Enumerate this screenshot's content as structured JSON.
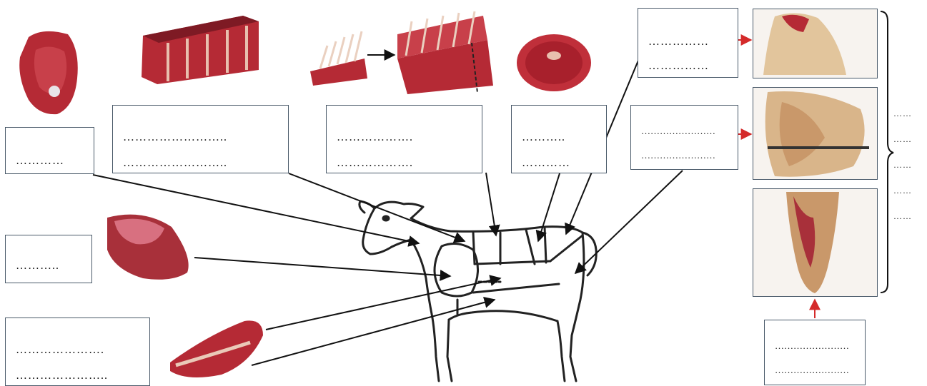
{
  "boxes": [
    {
      "id": "neck-box",
      "lines": [
        "…………"
      ]
    },
    {
      "id": "rib-box",
      "lines": [
        "……………………..",
        "…………………….."
      ]
    },
    {
      "id": "loin-rack-box",
      "lines": [
        "……………….",
        "………………."
      ]
    },
    {
      "id": "loin-box",
      "lines": [
        "………..",
        "…………"
      ]
    },
    {
      "id": "sirloin-box",
      "lines": [
        "……………",
        "……………"
      ]
    },
    {
      "id": "round-box",
      "lines": [
        "……………………",
        "……………………"
      ]
    },
    {
      "id": "shoulder-box",
      "lines": [
        "……….."
      ]
    },
    {
      "id": "brisket-box",
      "lines": [
        "………………….",
        "………………….."
      ]
    },
    {
      "id": "shank-box",
      "lines": [
        "……………………",
        "……………………"
      ]
    }
  ],
  "side_list": [
    "……",
    "……",
    "……",
    "……",
    "……"
  ],
  "colors": {
    "arrow": "#111111",
    "red_arrow": "#d42a2a",
    "border": "#4a5a6a",
    "meat": "#b52a35",
    "fat": "#eac9b8"
  }
}
